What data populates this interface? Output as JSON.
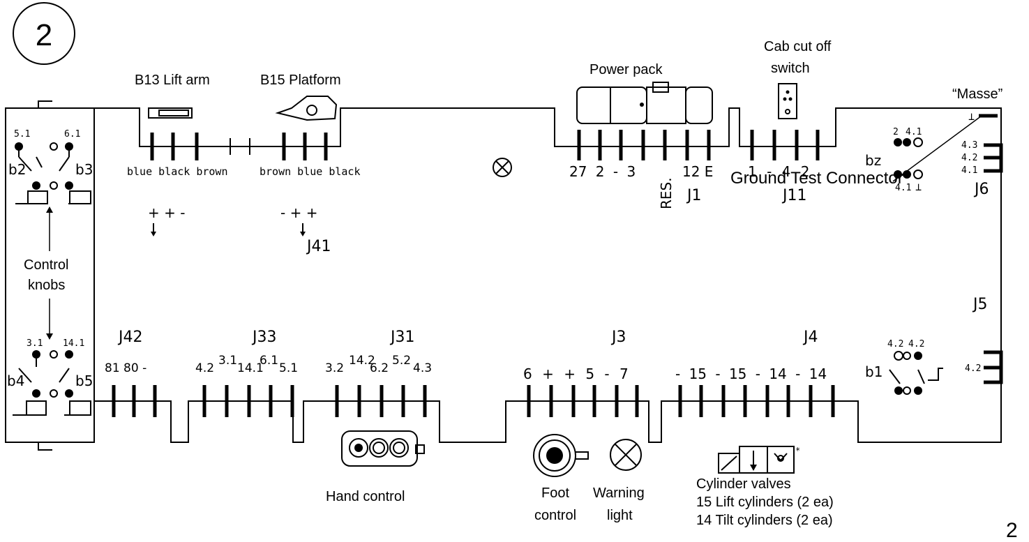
{
  "badge": {
    "number": "2"
  },
  "page_number": "2",
  "components": {
    "b13": "B13 Lift arm",
    "b15": "B15 Platform",
    "power_pack": "Power pack",
    "cab_cutoff_line1": "Cab cut off",
    "cab_cutoff_line2": "switch",
    "masse": "“Masse”",
    "ground_test": "Ground Test Connector",
    "control_knobs_line1": "Control",
    "control_knobs_line2": "knobs",
    "hand_control": "Hand control",
    "foot_control_line1": "Foot",
    "foot_control_line2": "control",
    "warning_light_line1": "Warning",
    "warning_light_line2": "light",
    "cyl_line1": "Cylinder valves",
    "cyl_line2": "15 Lift cylinders (2 ea)",
    "cyl_line3": "14 Tilt cylinders (2 ea)"
  },
  "connectors": {
    "j1": "J1",
    "j11": "J11",
    "j6": "J6",
    "j5": "J5",
    "j41": "J41",
    "j42": "J42",
    "j33": "J33",
    "j31": "J31",
    "j3": "J3",
    "j4": "J4"
  },
  "pins": {
    "b13_wires": "blue black brown",
    "b15_wires": "brown blue black",
    "j1_pins": "27 2 - 3",
    "j1_res": "RES.",
    "j1_tail": "12 E",
    "j11_pins": "1 - 4 2",
    "j41_left": "+ + -",
    "j41_right": "- + +",
    "j42_pins": "81 80 -",
    "j33_a": "4.2",
    "j33_b": "3.1",
    "j33_c": "14.1",
    "j33_d": "6.1",
    "j33_e": "5.1",
    "j31_a": "3.2",
    "j31_b": "14.2",
    "j31_c": "6.2",
    "j31_d": "5.2",
    "j31_e": "4.3",
    "j3_pins": "6 + + 5 - 7",
    "j4_pins": "- 15 - 15 - 14 - 14"
  },
  "switches": {
    "b2": "b2",
    "b3": "b3",
    "b4": "b4",
    "b5": "b5",
    "bz": "bz",
    "b1": "b1",
    "s51": "5.1",
    "s61": "6.1",
    "s31": "3.1",
    "s141": "14.1",
    "bz_2": "2",
    "bz_41": "4.1",
    "bz_41b": "4.1",
    "bz_gnd": "⊥",
    "j6_43": "4.3",
    "j6_42": "4.2",
    "j6_41": "4.1",
    "j6_gnd": "⊥",
    "b1_42a": "4.2",
    "b1_42b": "4.2",
    "j5_42": "4.2"
  }
}
